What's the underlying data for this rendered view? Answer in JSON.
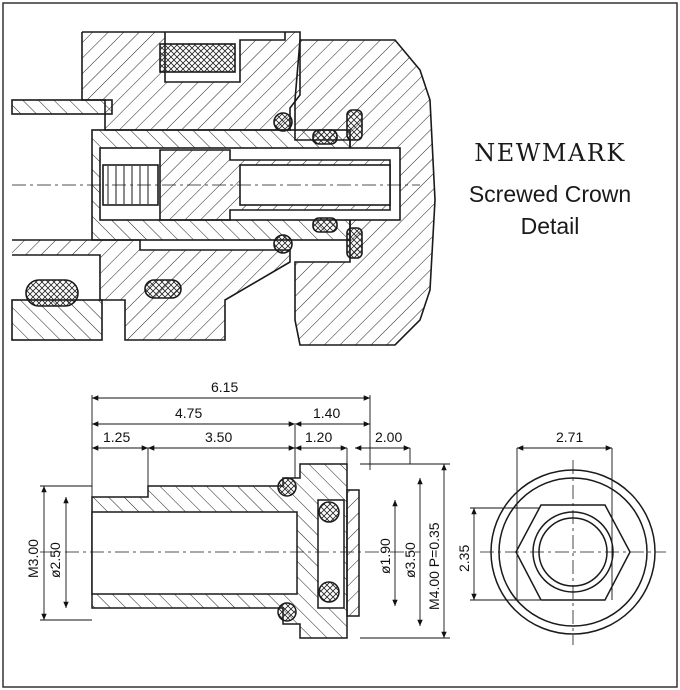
{
  "title": {
    "brand": "NEWMARK",
    "line1": "Screwed Crown",
    "line2": "Detail"
  },
  "dimensions": {
    "total_length": "6.15",
    "tube_length": "4.75",
    "head_length": "1.40",
    "dim_1_25": "1.25",
    "dim_3_50": "3.50",
    "dim_1_20": "1.20",
    "dim_2_00": "2.00",
    "hex_width": "2.71",
    "hex_height": "2.35",
    "m3": "M3.00",
    "d2_50": "ø2.50",
    "d1_90": "ø1.90",
    "d3_50": "ø3.50",
    "m4": "M4.00  P=0.35"
  },
  "colors": {
    "ink": "#1a1a1a",
    "background": "#ffffff"
  }
}
